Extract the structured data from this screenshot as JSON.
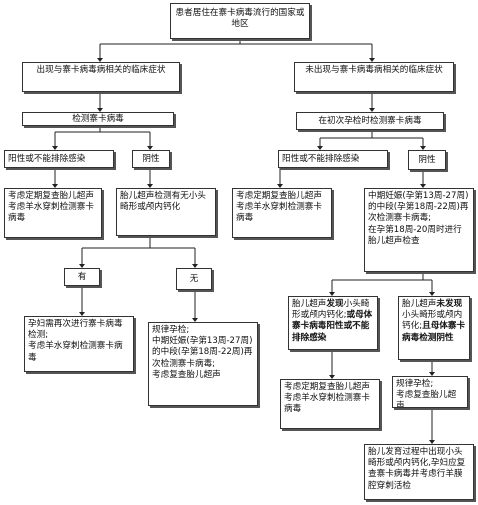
{
  "root": "患者居住在寨卡病毒流行的国家或地区",
  "left": {
    "title": "出现与寨卡病毒病相关的临床症状",
    "test": "检测寨卡病毒",
    "positive": "阳性或不能排除感染",
    "positive_advice": [
      "考虑定期复查胎儿超声",
      "考虑羊水穿刺检测寨卡病毒"
    ],
    "negative": "阴性",
    "negative_advice": "胎儿超声检测有无小头畸形或颅内钙化",
    "yes": "有",
    "no": "无",
    "yes_advice": [
      "孕妇需再次进行寨卡病毒检测;",
      "考虑羊水穿刺检测寨卡病毒"
    ],
    "no_advice": [
      "规律孕检;",
      "中期妊娠(孕第13周-27周)的中段(孕第18周-22周)再次检测寨卡病毒;",
      "考虑复查胎儿超声"
    ]
  },
  "right": {
    "title": "未出现与寨卡病毒病相关的临床症状",
    "test": "在初次孕检时检测寨卡病毒",
    "positive": "阳性或不能排除感染",
    "positive_advice": [
      "考虑定期复查胎儿超声",
      "考虑羊水穿刺检测寨卡病毒"
    ],
    "negative": "阴性",
    "negative_advice": [
      "中期妊娠(孕第13周-27周)的中段(孕第18周-22周)再次检测寨卡病毒;",
      "在孕第18周-20周时进行胎儿超声检查"
    ],
    "found_pre": "胎儿超声",
    "found_bold1": "发现",
    "found_mid": "小头畸形或颅内钙化;",
    "found_bold2": "或母体寨卡病毒阳性或不能排除感染",
    "notfound_pre": "胎儿超声",
    "notfound_bold1": "未发现",
    "notfound_mid": "小头畸形或颅内钙化;",
    "notfound_bold2": "且母体寨卡病毒检测阴性",
    "found_advice": [
      "考虑定期复查胎儿超声",
      "考虑羊水穿刺检测寨卡病毒"
    ],
    "notfound_advice": [
      "规律孕检;",
      "考虑复查胎儿超声"
    ],
    "final": "胎儿发育过程中出现小头畸形或颅内钙化,孕妇应复查寨卡病毒并考虑行羊膜腔穿刺活检"
  }
}
